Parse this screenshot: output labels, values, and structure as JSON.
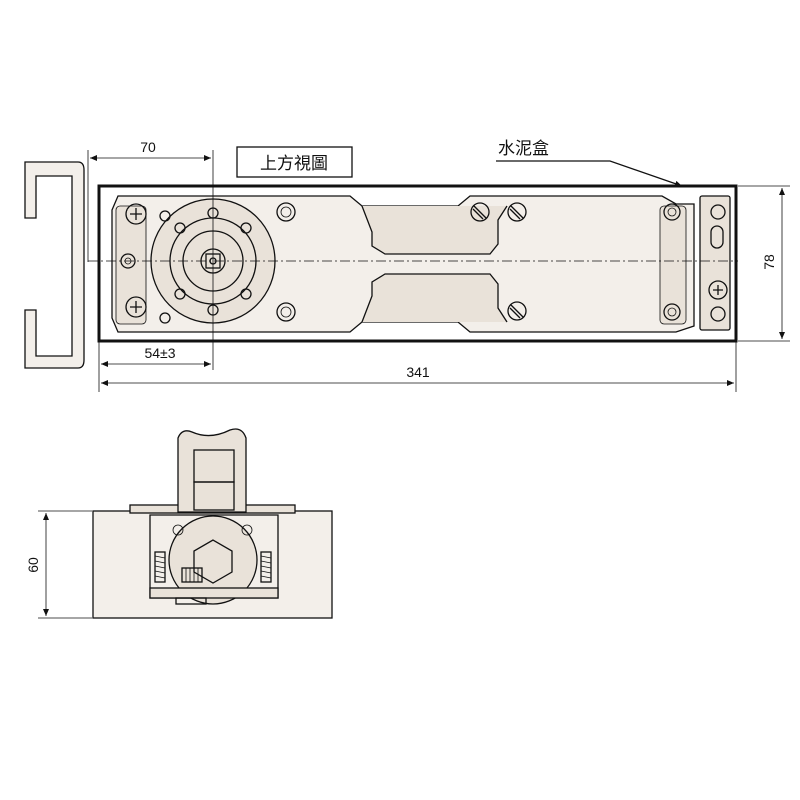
{
  "top_view": {
    "label": "上方視圖",
    "cement_box_label": "水泥盒",
    "dim_pivot_offset": "70",
    "dim_spindle": "54±3",
    "dim_length": "341",
    "dim_width": "78"
  },
  "side_view": {
    "dim_height": "60"
  }
}
